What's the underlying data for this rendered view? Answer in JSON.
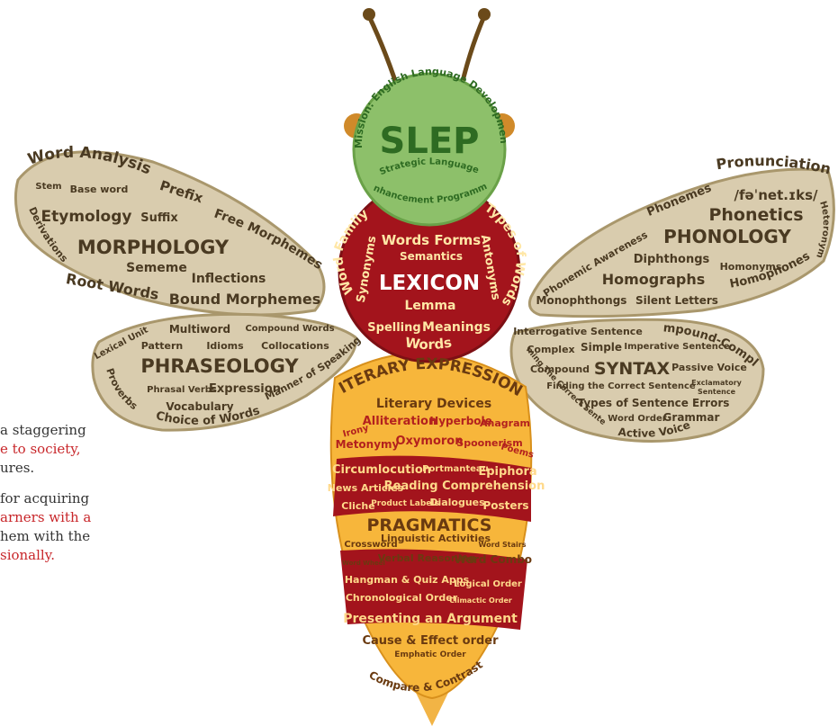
{
  "side_text": {
    "p1": [
      "a  staggering",
      "e  to  society,",
      "ures."
    ],
    "p2": [
      "for acquiring",
      "arners with a",
      "hem with the",
      "sionally."
    ]
  },
  "head": {
    "ring_text": "Mission: English Language Development",
    "title": "SLEP",
    "subtitle_line1": "Strategic Language",
    "subtitle_line2": "Enhancement Programme"
  },
  "thorax": {
    "title": "LEXICON",
    "words_forms": "Words Forms",
    "semantics": "Semantics",
    "word_family": "Word Family",
    "types_of_words": "Types of Words",
    "synonyms": "Synonyms",
    "antonyms": "Antonyms",
    "lemma": "Lemma",
    "spelling": "Spelling",
    "meanings": "Meanings",
    "words": "Words"
  },
  "wing_upper_left": {
    "word_analysis": "Word Analysis",
    "stem": "Stem",
    "base_word": "Base word",
    "prefix": "Prefix",
    "etymology": "Etymology",
    "suffix": "Suffix",
    "free_morphemes": "Free Morphemes",
    "derivations": "Derivations",
    "title": "MORPHOLOGY",
    "sememe": "Sememe",
    "inflections": "Inflections",
    "root_words": "Root Words",
    "bound_morphemes": "Bound Morphemes"
  },
  "wing_lower_left": {
    "lexical_unit": "Lexical Unit",
    "multiword": "Multiword",
    "compound_words": "Compound Words",
    "pattern": "Pattern",
    "idioms": "Idioms",
    "collocations": "Collocations",
    "title": "PHRASEOLOGY",
    "proverbs": "Proverbs",
    "phrasal_verbs": "Phrasal Verbs",
    "expression": "Expression",
    "manner_of_speaking": "Manner of Speaking",
    "vocabulary": "Vocabulary",
    "choice_of_words": "Choice of Words"
  },
  "wing_upper_right": {
    "pronunciation": "Pronunciation",
    "phonemes": "Phonemes",
    "ipa": "/fəˈnet.ɪks/",
    "phonetics": "Phonetics",
    "phonemic_awareness": "Phonemic Awareness",
    "title": "PHONOLOGY",
    "heteronyms": "Heteronyms",
    "diphthongs": "Diphthongs",
    "homonyms": "Homonyms",
    "homographs": "Homographs",
    "homophones": "Homophones",
    "monophthongs": "Monophthongs",
    "silent_letters": "Silent Letters"
  },
  "wing_lower_right": {
    "interrogative": "Interrogative Sentence",
    "compound_complex": "Compound-Complex",
    "complex": "Complex",
    "simple": "Simple",
    "imperative": "Imperative Sentence",
    "forming": "Forming The Correct Sentence",
    "compound": "Compound",
    "title": "SYNTAX",
    "passive_voice": "Passive Voice",
    "finding": "Finding the Correct Sentence",
    "exclamatory": "Exclamatory",
    "sentence": "Sentence",
    "types_errors": "Types of Sentence Errors",
    "word_order": "Word Order",
    "grammar": "Grammar",
    "active_voice": "Active Voice"
  },
  "abdomen": {
    "literary_expressions": "LITERARY EXPRESSIONS",
    "literary_devices": "Literary Devices",
    "irony": "Irony",
    "alliteration": "Alliteration",
    "hyperbole": "Hyperbole",
    "anagram": "Anagram",
    "metonymy": "Metonymy",
    "oxymoron": "Oxymoron",
    "spoonerism": "Spoonerism",
    "poems": "Poems",
    "circumlocution": "Circumlocution",
    "portmanteau": "Portmanteau",
    "epiphora": "Epiphora",
    "news_articles": "News Articles",
    "reading_comprehension": "Reading Comprehension",
    "cliche": "Cliche",
    "product_labels": "Product Labels",
    "dialogues": "Dialogues",
    "posters": "Posters",
    "pragmatics": "PRAGMATICS",
    "crossword": "Crossword",
    "linguistic_activities": "Linguistic Activities",
    "word_stairs": "Word Stairs",
    "word_wheel": "Word Wheel",
    "verbal_reasoning": "Verbal Reasoning",
    "word_combo": "Word Combo",
    "hangman": "Hangman & Quiz Apps",
    "logical_order": "Logical Order",
    "chronological_order": "Chronological Order",
    "climactic_order": "Climactic Order",
    "presenting_argument": "Presenting an Argument",
    "cause_effect": "Cause & Effect order",
    "emphatic_order": "Emphatic Order",
    "compare_contrast": "Compare & Contrast"
  },
  "colors": {
    "wing_fill": "#d9ccae",
    "wing_stroke": "#a9976c",
    "wing_text": "#4a3a22",
    "head_fill": "#8dc06a",
    "head_text": "#2e6b22",
    "thorax_fill": "#a3141c",
    "thorax_text": "#ffe7a6",
    "abdomen_fill": "#f7b63b",
    "abdomen_band": "#a3141c",
    "abdomen_text": "#6a3a10",
    "red_text": "#c8262a"
  }
}
